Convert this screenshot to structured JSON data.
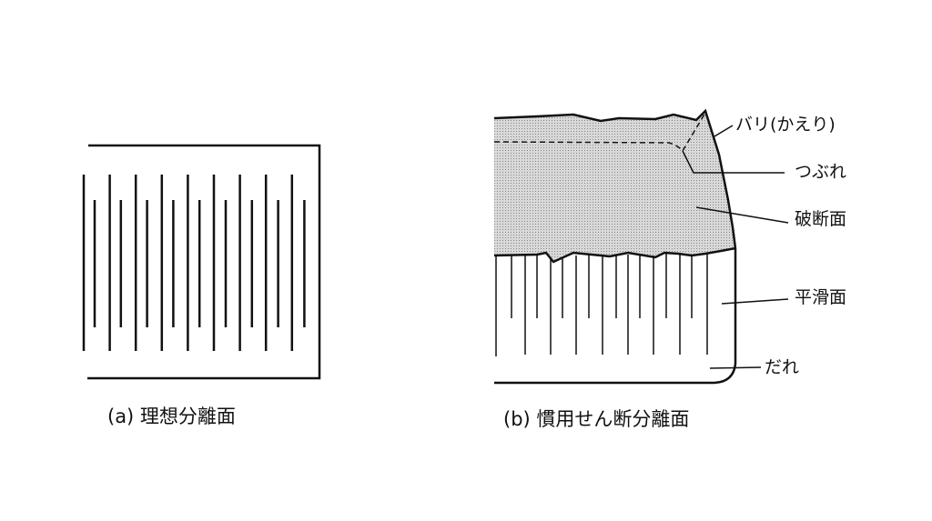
{
  "figure_a": {
    "caption": "(a) 理想分離面"
  },
  "figure_b": {
    "caption": "(b) 慣用せん断分離面",
    "labels": {
      "burr": "バリ(かえり)",
      "crush": "つぶれ",
      "fracture": "破断面",
      "smooth": "平滑面",
      "rollover": "だれ"
    }
  },
  "colors": {
    "line": "#111111",
    "stipple": "#c9c9c9"
  }
}
